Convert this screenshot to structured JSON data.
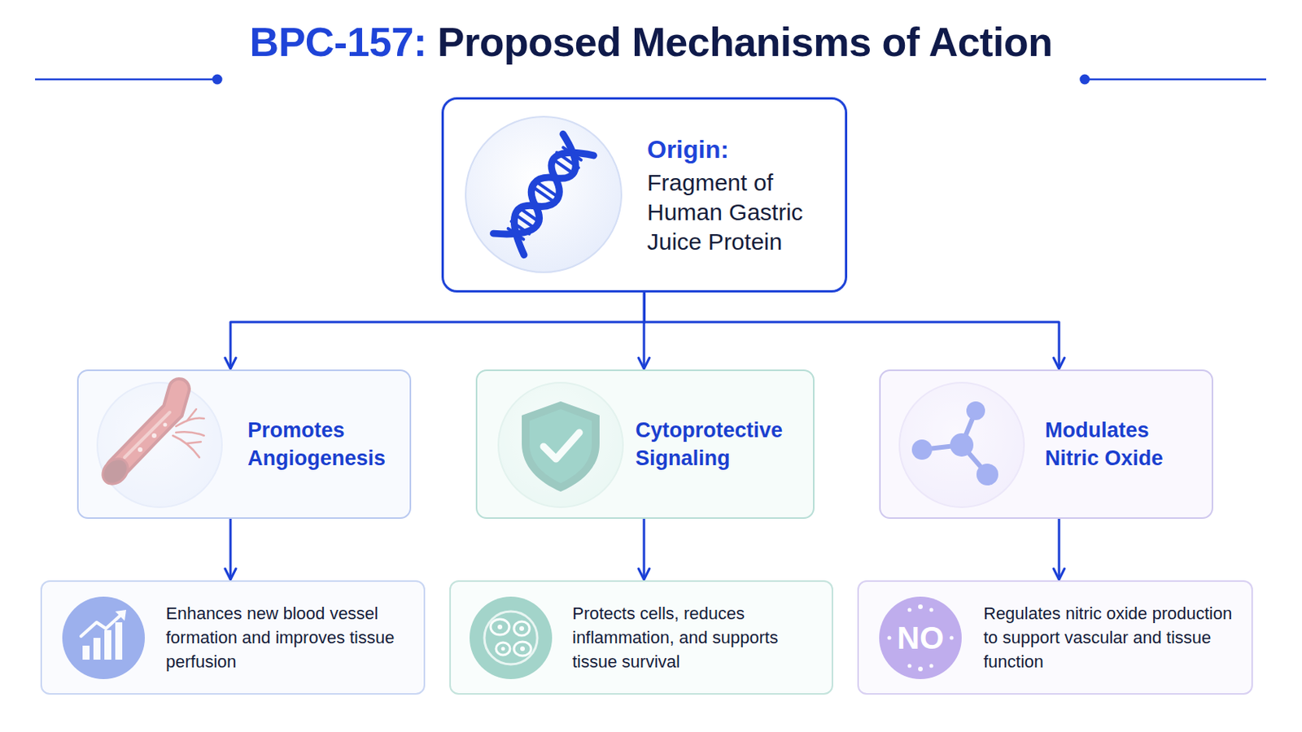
{
  "diagram": {
    "title": "BPC-157: Proposed Mechanisms of Action",
    "nodes": [
      {
        "text": [
          "Origin:",
          "Fragment of Human Gastric Juice Protein"
        ]
      },
      {
        "text": [
          "Promotes Angiogenesis"
        ]
      },
      {
        "text": [
          "Cytoprotective Signaling"
        ]
      },
      {
        "text": [
          "Modulates Nitric Oxide"
        ]
      },
      {
        "text": [
          "Enhances new blood vessel formation and improves tissue perfusion"
        ]
      },
      {
        "text": [
          "Protects cells, reduces inflammation, and supports tissue survival"
        ]
      },
      {
        "text": [
          "Regulates nitric oxide production to support vascular and tissue function"
        ]
      }
    ],
    "edges": [
      {
        "from": 0,
        "to": 1,
        "arrow": "to"
      },
      {
        "from": 0,
        "to": 2,
        "arrow": "to"
      },
      {
        "from": 0,
        "to": 3,
        "arrow": "to"
      },
      {
        "from": 1,
        "to": 4,
        "arrow": "to"
      },
      {
        "from": 2,
        "to": 5,
        "arrow": "to"
      },
      {
        "from": 3,
        "to": 6,
        "arrow": "to"
      }
    ],
    "labels": [
      "NO"
    ]
  }
}
